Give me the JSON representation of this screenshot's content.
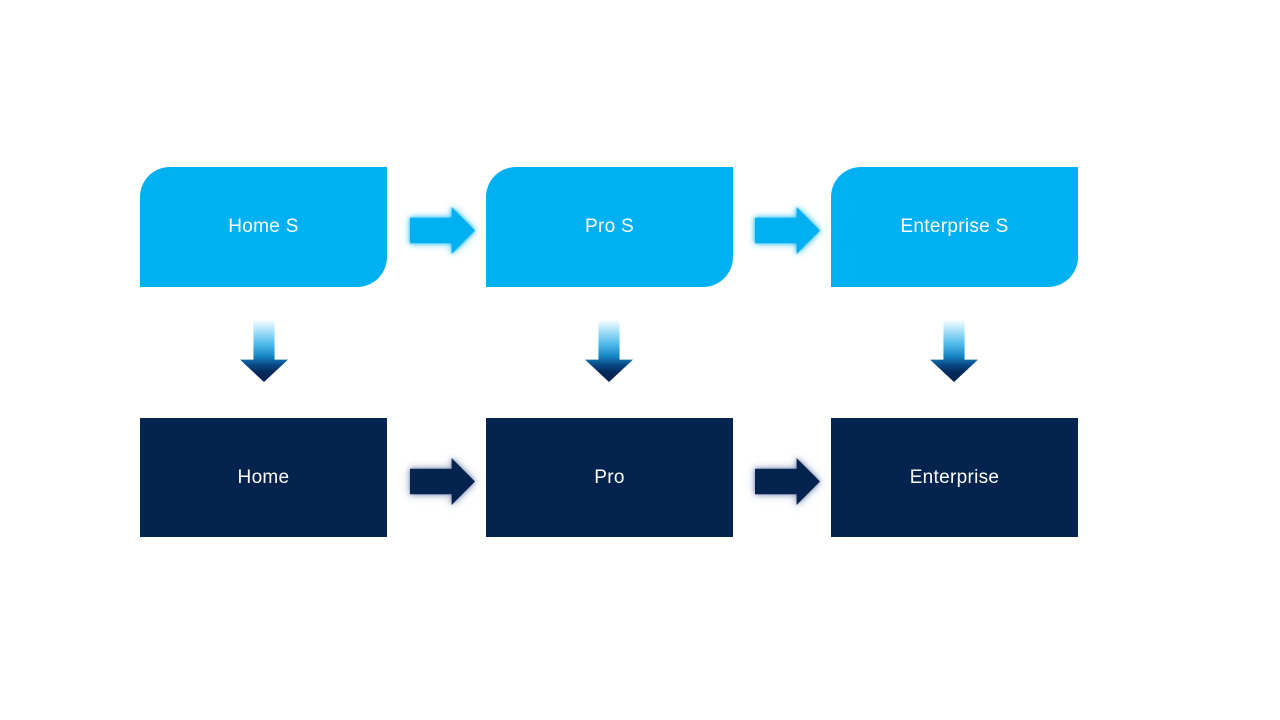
{
  "nodes": {
    "top": [
      {
        "label": "Home S"
      },
      {
        "label": "Pro S"
      },
      {
        "label": "Enterprise S"
      }
    ],
    "bottom": [
      {
        "label": "Home"
      },
      {
        "label": "Pro"
      },
      {
        "label": "Enterprise"
      }
    ]
  },
  "icons": {
    "right_arrow": "➡",
    "down_arrow": "⬇"
  },
  "colors": {
    "background": "#FFFFFF",
    "accent_light_blue": "#00B0F0",
    "accent_dark_navy": "#04234E",
    "text": "#FFFFFF"
  }
}
